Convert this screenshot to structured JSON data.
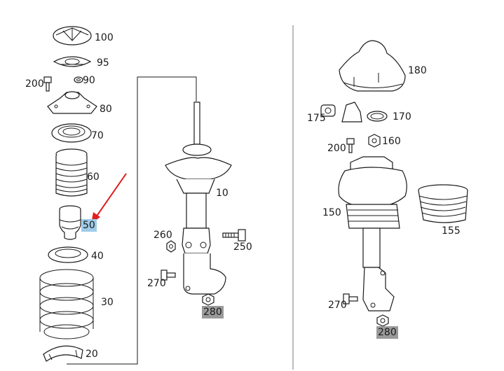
{
  "labels": {
    "p100": "100",
    "p95": "95",
    "p200_left": "200",
    "p90": "90",
    "p80": "80",
    "p70": "70",
    "p60": "60",
    "p50": "50",
    "p40": "40",
    "p30": "30",
    "p20": "20",
    "p10": "10",
    "p260": "260",
    "p250": "250",
    "p270_left": "270",
    "p280_left": "280",
    "p180": "180",
    "p175": "175",
    "p170": "170",
    "p200_right": "200",
    "p160": "160",
    "p150": "150",
    "p155": "155",
    "p270_right": "270",
    "p280_right": "280"
  },
  "colors": {
    "highlight_selected": "#9ecbe8",
    "highlight_gray": "#9a9a9a",
    "arrow": "#e02020",
    "separator": "#bdbdbd"
  }
}
